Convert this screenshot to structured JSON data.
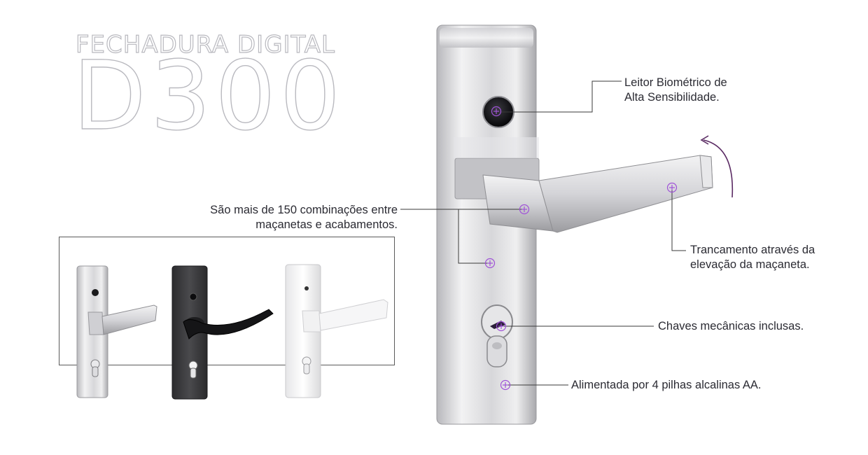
{
  "title": {
    "line1": "FECHADURA DIGITAL",
    "line2": "D300"
  },
  "callouts": {
    "biometric": {
      "line1": "Leitor Biométrico de",
      "line2": "Alta Sensibilidade."
    },
    "combinations": {
      "line1": "São mais de 150 combinações entre",
      "line2": "maçanetas e acabamentos."
    },
    "locking": {
      "line1": "Trancamento através da",
      "line2": "elevação da maçaneta."
    },
    "keys": "Chaves mecânicas inclusas.",
    "batteries": "Alimentada por 4 pilhas alcalinas AA."
  },
  "colors": {
    "accent": "#6a2b6e",
    "marker": "#a052d8",
    "text": "#2b2b33"
  }
}
